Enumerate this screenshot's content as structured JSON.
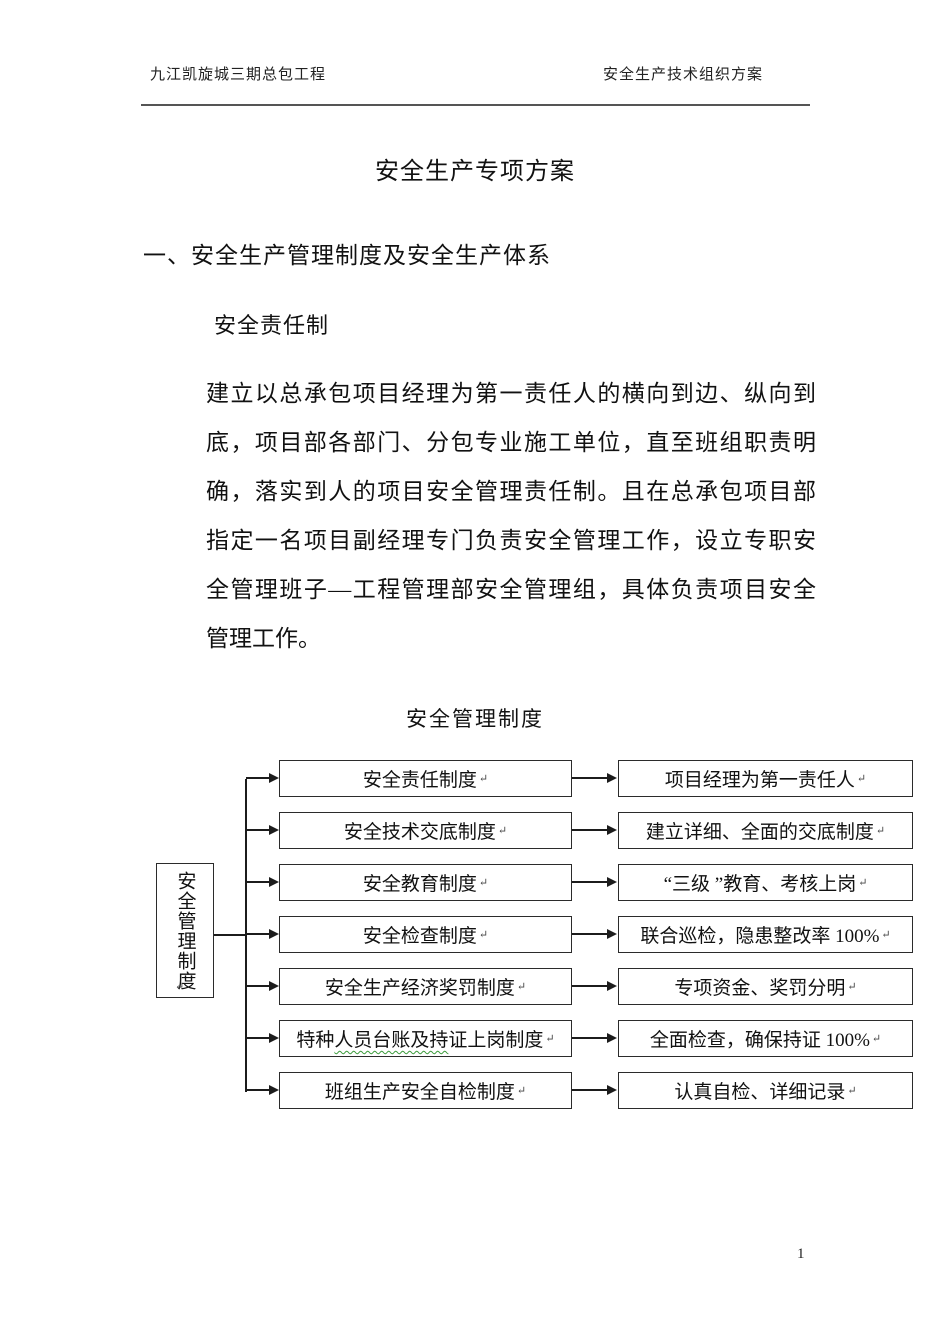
{
  "header": {
    "left": "九江凯旋城三期总包工程",
    "right": "安全生产技术组织方案"
  },
  "title": "安全生产专项方案",
  "section_heading": "一、安全生产管理制度及安全生产体系",
  "sub_heading": "安全责任制",
  "paragraph_lines": [
    "建立以总承包项目经理为第一责任人的横向到边、纵向到",
    "底，项目部各部门、分包专业施工单位，直至班组职责明",
    "确，落实到人的项目安全管理责任制。且在总承包项目部",
    "指定一名项目副经理专门负责安全管理工作，设立专职安",
    "全管理班子—工程管理部安全管理组，具体负责项目安全",
    "管理工作。"
  ],
  "diagram": {
    "title": "安全管理制度",
    "root_label": "安全管理制度",
    "paragraph_mark": "↵",
    "rows": [
      {
        "left": "安全责任制度",
        "right": "项目经理为第一责任人"
      },
      {
        "left": "安全技术交底制度",
        "right": "建立详细、全面的交底制度"
      },
      {
        "left": "安全教育制度",
        "right": "“三级 ”教育、考核上岗"
      },
      {
        "left": "安全检查制度",
        "right": "联合巡检，隐患整改率 100%"
      },
      {
        "left": "安全生产经济奖罚制度",
        "right": "专项资金、奖罚分明"
      },
      {
        "left_pre": "特种",
        "left_wavy": "人员台账及持",
        "left_post": "证上岗制度",
        "right": "全面检查，确保持证 100%"
      },
      {
        "left": "班组生产安全自检制度",
        "right": "认真自检、详细记录"
      }
    ]
  },
  "page_number": "1"
}
